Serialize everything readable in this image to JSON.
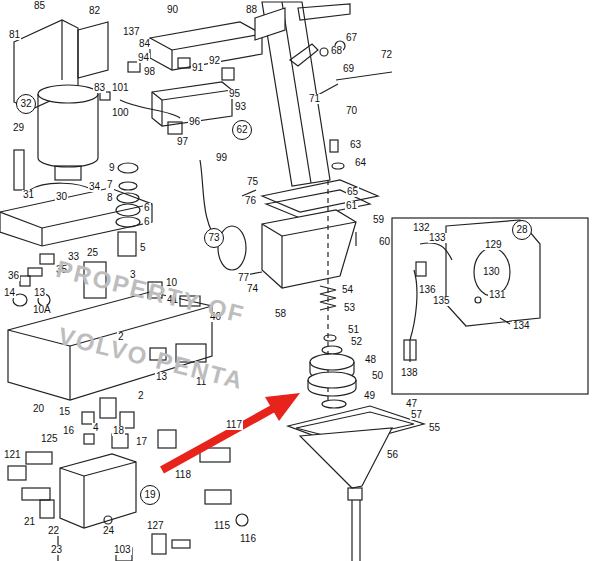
{
  "diagram": {
    "nodes": [
      {
        "text": [
          "32"
        ]
      },
      {
        "text": [
          "62"
        ]
      },
      {
        "text": [
          "73"
        ]
      },
      {
        "text": [
          "19"
        ]
      },
      {
        "text": [
          "28"
        ]
      }
    ],
    "labels": [
      "85",
      "82",
      "81",
      "137",
      "90",
      "88",
      "84",
      "92",
      "94",
      "91",
      "98",
      "83",
      "101",
      "95",
      "93",
      "100",
      "96",
      "97",
      "29",
      "68",
      "67",
      "69",
      "72",
      "71",
      "70",
      "63",
      "64",
      "99",
      "9",
      "7",
      "8",
      "6",
      "6",
      "34",
      "31",
      "30",
      "75",
      "76",
      "65",
      "61",
      "59",
      "60",
      "5",
      "33",
      "35",
      "36",
      "25",
      "3",
      "10",
      "41",
      "14",
      "13",
      "10A",
      "77",
      "74",
      "54",
      "53",
      "58",
      "40",
      "51",
      "52",
      "48",
      "50",
      "2",
      "13",
      "11",
      "20",
      "15",
      "2",
      "49",
      "47",
      "57",
      "55",
      "125",
      "16",
      "4",
      "18",
      "117",
      "17",
      "56",
      "121",
      "118",
      "132",
      "133",
      "129",
      "130",
      "135",
      "136",
      "131",
      "134",
      "138",
      "115",
      "116",
      "21",
      "22",
      "24",
      "23",
      "103",
      "127",
      "PROPERTY OF",
      "VOLVO PENTA"
    ]
  }
}
